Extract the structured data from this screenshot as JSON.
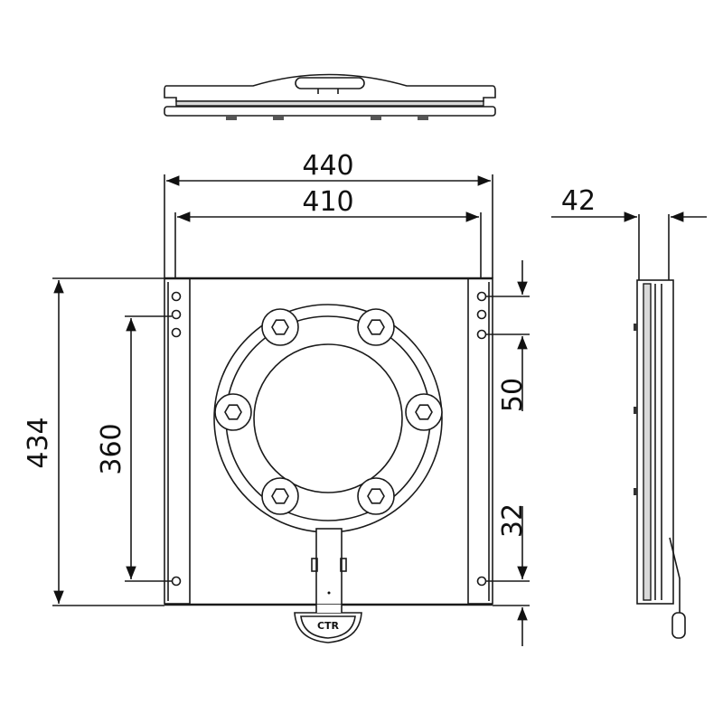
{
  "dimensions": {
    "overall_width": "440",
    "inner_width": "410",
    "side_depth": "42",
    "overall_length": "434",
    "hole_span": "360",
    "hole_pitch": "50",
    "end_offset": "32"
  },
  "logo": "CTR",
  "colors": {
    "line": "#1a1a1a",
    "background": "#ffffff",
    "shade": "#d9d9d9"
  }
}
